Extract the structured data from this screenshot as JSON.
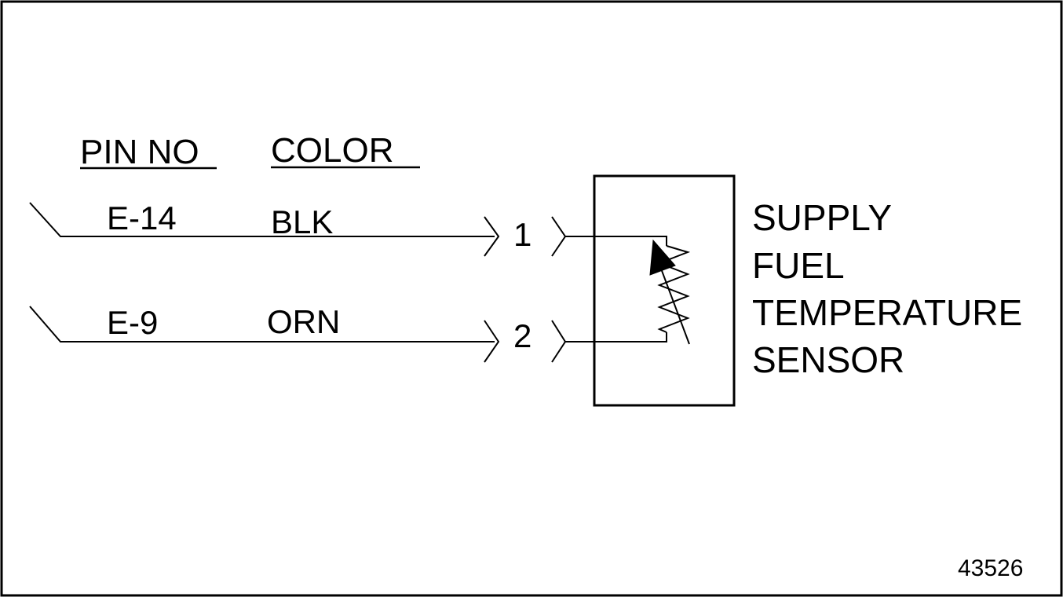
{
  "headers": {
    "pin_no": "PIN NO",
    "color": "COLOR"
  },
  "wires": [
    {
      "pin": "E-14",
      "color": "BLK",
      "connector_pin": "1"
    },
    {
      "pin": "E-9",
      "color": "ORN",
      "connector_pin": "2"
    }
  ],
  "component": {
    "name_lines": [
      "SUPPLY",
      "FUEL",
      "TEMPERATURE",
      "SENSOR"
    ],
    "symbol": "thermistor-icon"
  },
  "figure_number": "43526",
  "colors": {
    "line": "#000000",
    "background": "#ffffff"
  }
}
